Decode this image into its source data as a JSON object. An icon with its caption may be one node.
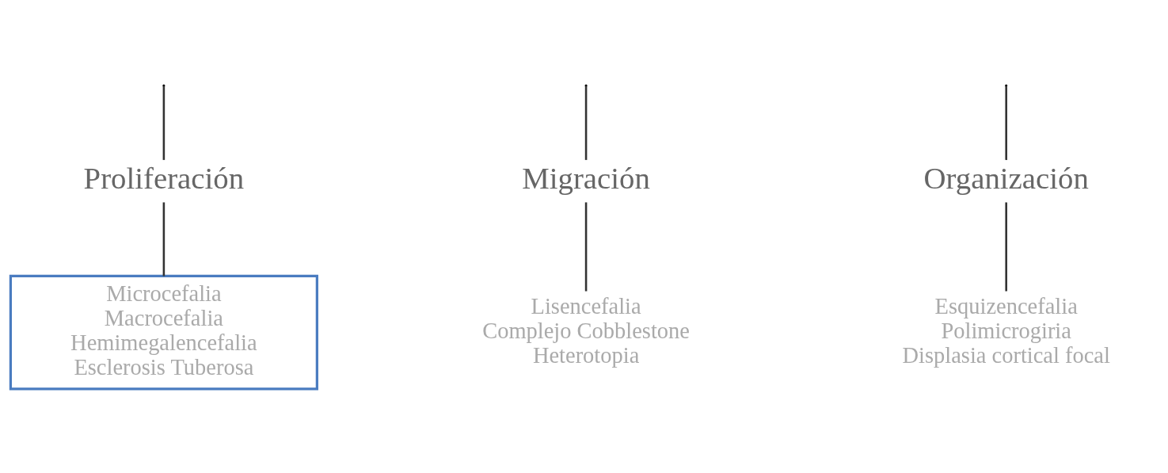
{
  "diagram": {
    "nodes": [
      {
        "text": [
          "Proliferación"
        ]
      },
      {
        "text": [
          "Migración"
        ]
      },
      {
        "text": [
          "Organización"
        ]
      },
      {
        "text": [
          "Microcefalia",
          "Macrocefalia",
          "Hemimegalencefalia",
          "Esclerosis Tuberosa"
        ]
      },
      {
        "text": [
          "Lisencefalia",
          "Complejo Cobblestone",
          "Heterotopia"
        ]
      },
      {
        "text": [
          "Esquizencefalia",
          "Polimicrogiria",
          "Displasia cortical focal"
        ]
      }
    ],
    "edges": [
      {
        "from": null,
        "to": 0,
        "arrow": "none"
      },
      {
        "from": null,
        "to": 1,
        "arrow": "none"
      },
      {
        "from": null,
        "to": 2,
        "arrow": "none"
      },
      {
        "from": 0,
        "to": 3,
        "arrow": "none"
      },
      {
        "from": 1,
        "to": 4,
        "arrow": "none"
      },
      {
        "from": 2,
        "to": 5,
        "arrow": "none"
      }
    ]
  }
}
